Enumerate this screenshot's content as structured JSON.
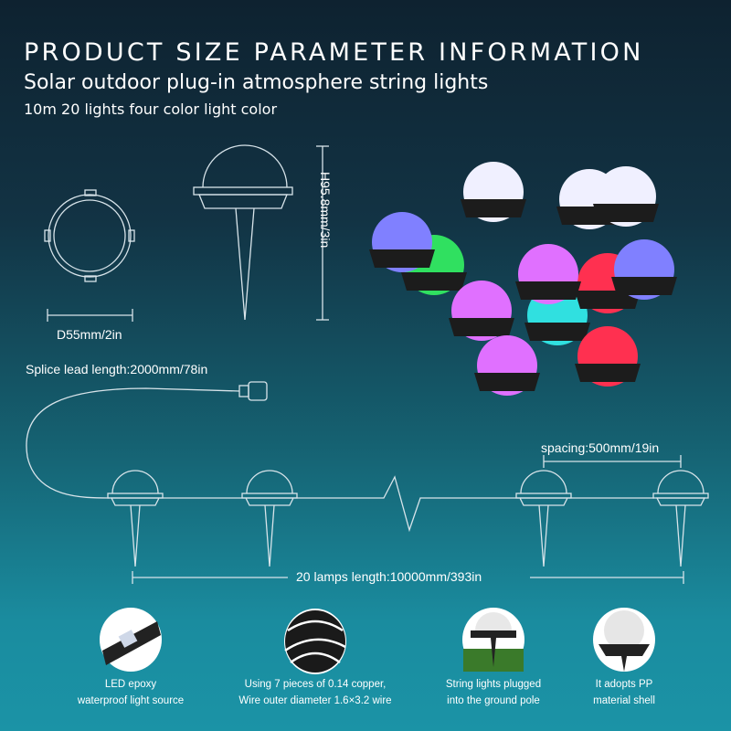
{
  "header": {
    "title": "PRODUCT SIZE PARAMETER INFORMATION",
    "subtitle": "Solar outdoor plug-in atmosphere string lights",
    "spec": "10m 20 lights four color light color"
  },
  "dimensions": {
    "diameter": "D55mm/2in",
    "height": "H95.8mm/3in",
    "splice_lead": "Splice lead length:2000mm/78in",
    "spacing": "spacing:500mm/19in",
    "total_length": "20 lamps length:10000mm/393in"
  },
  "features": [
    {
      "line1": "LED epoxy",
      "line2": "waterproof light source",
      "icon": "led-chip-icon"
    },
    {
      "line1": "Using 7 pieces of 0.14 copper,",
      "line2": "Wire outer diameter 1.6×3.2 wire",
      "icon": "wire-coil-icon"
    },
    {
      "line1": "String lights plugged",
      "line2": "into the ground pole",
      "icon": "ground-stake-icon"
    },
    {
      "line1": "It adopts PP",
      "line2": "material shell",
      "icon": "lamp-shell-icon"
    }
  ],
  "colors": {
    "line": "#d8e4ea",
    "lamp_colors": [
      "#f0f0ff",
      "#ff3050",
      "#30e0e0",
      "#30e060",
      "#e070ff",
      "#8080ff"
    ]
  }
}
